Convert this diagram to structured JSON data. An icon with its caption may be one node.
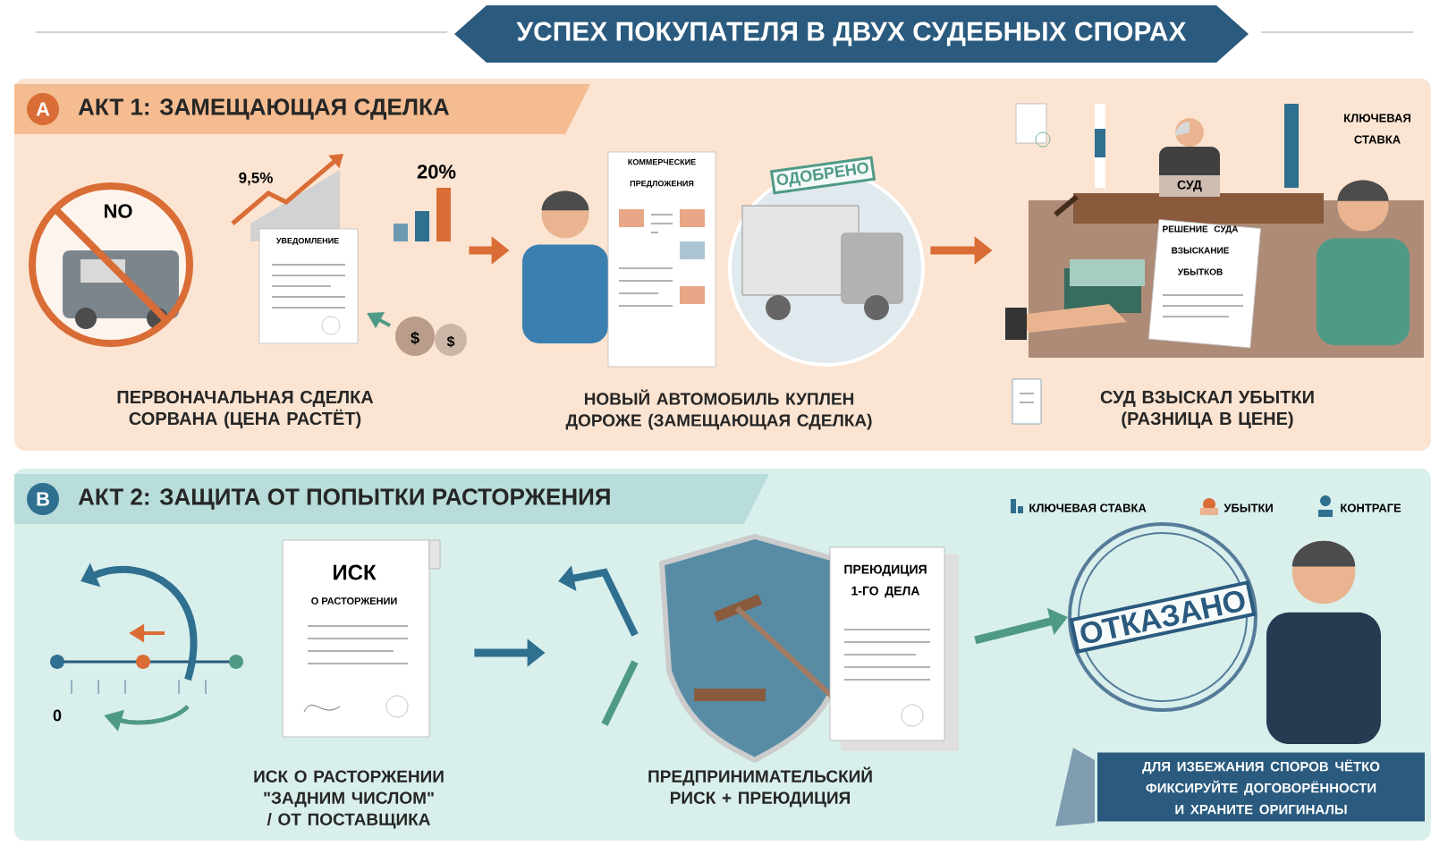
{
  "diagram": {
    "title": "УСПЕХ ПОКУПАТЕЛЯ В ДВУХ СУДЕБНЫХ СПОРАХ",
    "nodes": [
      {
        "text": [
          "A",
          "АКТ 1: ЗАМЕЩАЮЩАЯ СДЕЛКА"
        ]
      },
      {
        "text": [
          "ПЕРВОНАЧАЛЬНАЯ СДЕЛКА СОРВАНА (ЦЕНА РАСТЁТ)"
        ],
        "in": 0
      },
      {
        "text": [
          "НОВЫЙ АВТОМОБИЛЬ КУПЛЕН ДОРОЖЕ (ЗАМЕЩАЮЩАЯ СДЕЛКА)"
        ],
        "in": 0
      },
      {
        "text": [
          "СУД ВЗЫСКАЛ УБЫТКИ (РАЗНИЦА В ЦЕНЕ)"
        ],
        "in": 0
      },
      {
        "text": [
          "B",
          "АКТ 2: ЗАЩИТА ОТ ПОПЫТКИ РАСТОРЖЕНИЯ"
        ]
      },
      {
        "text": [
          "ИСК О РАСТОРЖЕНИИ \"ЗАДНИМ ЧИСЛОМ\" / ОТ ПОСТАВЩИКА"
        ],
        "in": 4
      },
      {
        "text": [
          "ПРЕДПРИНИМАТЕЛЬСКИЙ РИСК + ПРЕЮДИЦИЯ"
        ],
        "in": 4
      },
      {
        "text": [
          "ОТКАЗАНО"
        ],
        "in": 4
      },
      {
        "text": [
          "ДЛЯ ИЗБЕЖАНИЯ СПОРОВ ЧЁТКО ФИКСИРУЙТЕ ДОГОВОРЁННОСТИ И ХРАНИТЕ ОРИГИНАЛЫ"
        ],
        "in": 4
      }
    ],
    "edges": [
      {
        "from": 1,
        "to": 2,
        "arrow": "to"
      },
      {
        "from": 2,
        "to": 3,
        "arrow": "to"
      },
      {
        "from": 5,
        "to": 6,
        "arrow": "to",
        "color": "#2f6f8f"
      },
      {
        "from": 6,
        "to": 7,
        "arrow": "to",
        "color": "#4f9a86"
      }
    ],
    "labels": [
      "NO",
      "9,5%",
      "20%",
      "УВЕДОМЛЕНИЕ",
      "$",
      "$",
      "КОММЕРЧЕСКИЕ ПРЕДЛОЖЕНИЯ",
      "ОДОБРЕНО",
      "СУД",
      "КЛЮЧЕВАЯ СТАВКА",
      "РЕШЕНИЕ СУДА ВЗЫСКАНИЕ УБЫТКОВ",
      "ИСК",
      "О РАСТОРЖЕНИИ",
      "0",
      "ПРЕЮДИЦИЯ 1-ГО ДЕЛА"
    ],
    "legend": [
      {
        "text": "КЛЮЧЕВАЯ СТАВКА"
      },
      {
        "text": "УБЫТКИ"
      },
      {
        "text": "КОНТРАГЕ"
      }
    ]
  }
}
